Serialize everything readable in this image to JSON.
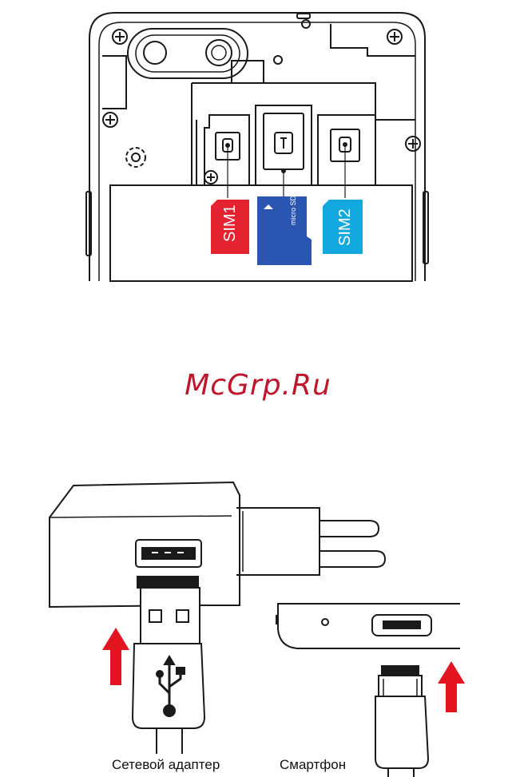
{
  "sim_diagram": {
    "slot_labels": {
      "sim1": "SIM1",
      "memory_card": "micro SD",
      "sim2": "SIM2"
    },
    "colors": {
      "sim1": "#e3232f",
      "memory_card": "#2a55b0",
      "sim2": "#14a8e0"
    }
  },
  "watermark": {
    "text": "McGrp.Ru"
  },
  "charging_diagram": {
    "adapter_caption": "Сетевой адаптер",
    "phone_caption": "Смартфон",
    "arrow_color": "#e3141f"
  }
}
